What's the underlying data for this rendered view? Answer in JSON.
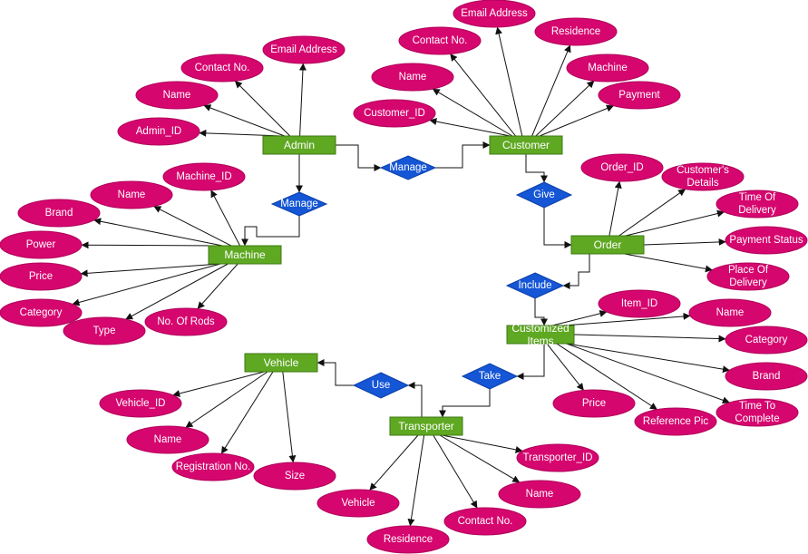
{
  "entities": {
    "admin": "Admin",
    "customer": "Customer",
    "machine": "Machine",
    "order": "Order",
    "customized_items": [
      "Customized",
      "Items"
    ],
    "vehicle": "Vehicle",
    "transporter": "Transporter"
  },
  "relationships": {
    "manage_admin_customer": "Manage",
    "manage_admin_machine": "Manage",
    "give": "Give",
    "include": "Include",
    "take": "Take",
    "use": "Use"
  },
  "attributes": {
    "admin": [
      "Admin_ID",
      "Name",
      "Contact No.",
      "Email Address"
    ],
    "customer": [
      "Customer_ID",
      "Name",
      "Contact No.",
      "Email Address",
      "Residence",
      "Machine",
      "Payment"
    ],
    "machine": [
      "Machine_ID",
      "Name",
      "Brand",
      "Power",
      "Price",
      "Category",
      "Type",
      "No. Of Rods"
    ],
    "order": [
      "Order_ID",
      [
        "Customer's",
        "Details"
      ],
      [
        "Time Of",
        "Delivery"
      ],
      "Payment Status",
      [
        "Place Of",
        "Delivery"
      ]
    ],
    "customized_items": [
      "Item_ID",
      "Name",
      "Category",
      "Brand",
      [
        "Time To",
        "Complete"
      ],
      "Reference Pic",
      "Price"
    ],
    "vehicle": [
      "Vehicle_ID",
      "Name",
      "Registration No.",
      "Size"
    ],
    "transporter": [
      "Transporter_ID",
      "Name",
      "Contact No.",
      "Residence",
      "Vehicle"
    ]
  }
}
